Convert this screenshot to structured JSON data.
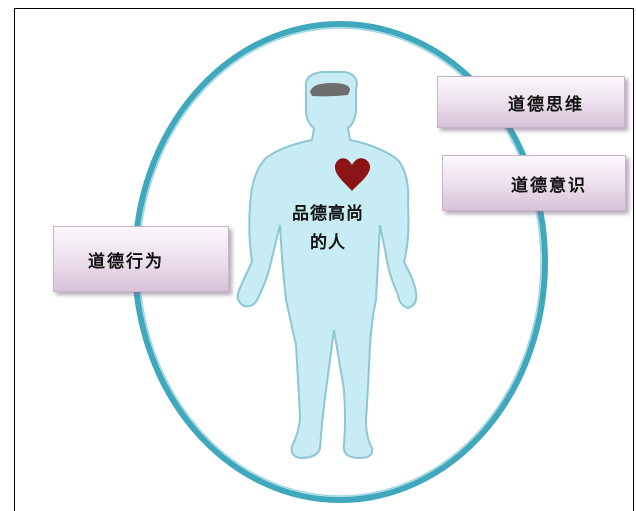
{
  "diagram": {
    "center_label_line1": "品德高尚",
    "center_label_line2": "的人",
    "boxes": [
      {
        "label": "道德思维"
      },
      {
        "label": "道德意识"
      },
      {
        "label": "道德行为"
      }
    ],
    "colors": {
      "ring": "#3fa8bd",
      "figure_fill": "#c7ecf3",
      "figure_stroke": "#8dc7d3",
      "heart": "#8b1414",
      "head_mark": "#6e6e6e"
    }
  }
}
